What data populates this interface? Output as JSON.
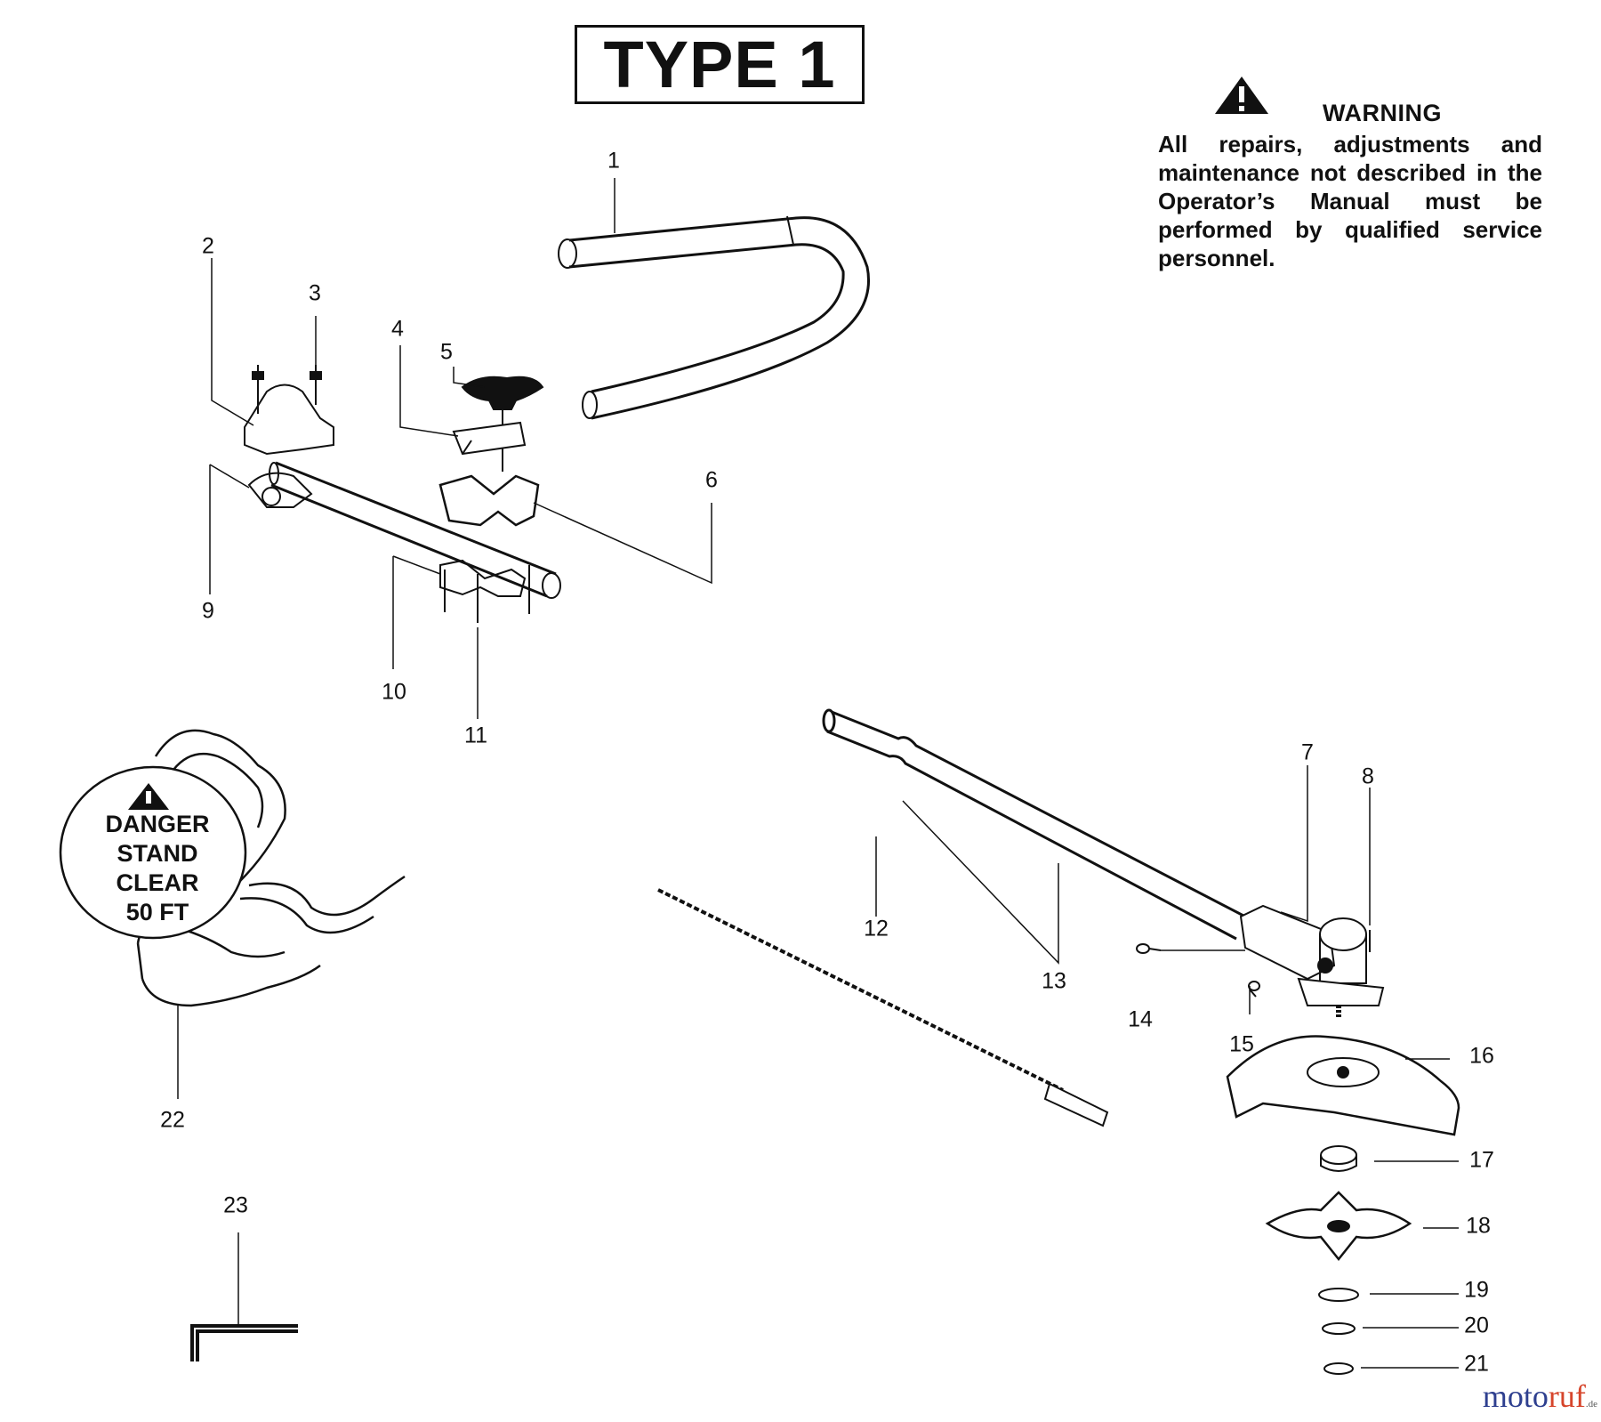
{
  "title": "TYPE 1",
  "warning": {
    "heading": "WARNING",
    "text": "All repairs, adjustments and maintenance not described in the Operator’s Manual must be performed by qualified service personnel."
  },
  "danger_label": {
    "line1": "DANGER",
    "line2": "STAND",
    "line3": "CLEAR",
    "line4": "50 FT"
  },
  "callouts": [
    "1",
    "2",
    "3",
    "4",
    "5",
    "6",
    "7",
    "8",
    "9",
    "10",
    "11",
    "12",
    "13",
    "14",
    "15",
    "16",
    "17",
    "18",
    "19",
    "20",
    "21",
    "22",
    "23"
  ],
  "watermark": {
    "part1": "moto",
    "part2": "ruf",
    "suffix": ".de"
  },
  "icons": [
    "warning-triangle-icon",
    "danger-triangle-icon"
  ]
}
